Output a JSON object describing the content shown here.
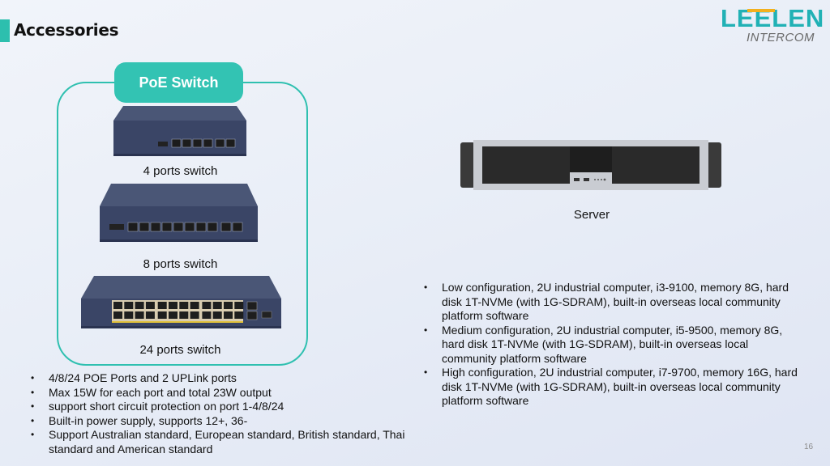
{
  "slide": {
    "title": "Accessories",
    "page_number": "16",
    "accent_color": "#2dbfae"
  },
  "logo": {
    "brand": "LEELEN",
    "subtitle": "INTERCOM",
    "brand_color": "#21b1b5",
    "accent_color": "#f2b01e"
  },
  "poe_section": {
    "badge_label": "PoE Switch",
    "devices": [
      {
        "label": "4 ports switch",
        "image": "4-port-poe-switch"
      },
      {
        "label": "8 ports switch",
        "image": "8-port-poe-switch"
      },
      {
        "label": "24 ports switch",
        "image": "24-port-poe-switch"
      }
    ],
    "features": [
      "4/8/24 POE Ports and 2 UPLink ports",
      "Max 15W for each port and total 23W output",
      "support short circuit protection on port 1-4/8/24",
      "Built-in power supply, supports 12+, 36-",
      "Support Australian standard, European standard, British standard, Thai standard and American standard"
    ]
  },
  "server_section": {
    "label": "Server",
    "image": "2u-rack-server",
    "configurations": [
      "Low configuration, 2U industrial computer, i3-9100, memory 8G, hard disk 1T-NVMe (with 1G-SDRAM), built-in overseas local community platform software",
      "Medium configuration, 2U industrial computer, i5-9500, memory 8G, hard disk 1T-NVMe (with 1G-SDRAM), built-in overseas local community platform software",
      "High configuration, 2U industrial computer, i7-9700, memory 16G, hard disk 1T-NVMe (with 1G-SDRAM), built-in overseas local community platform software"
    ]
  }
}
